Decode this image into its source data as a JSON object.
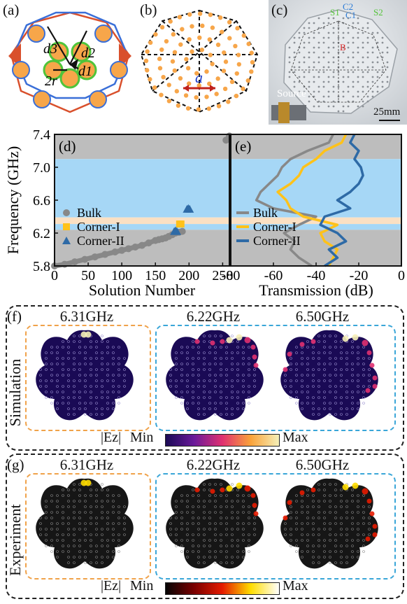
{
  "panels": {
    "a": {
      "label": "(a)",
      "d3": "d3",
      "d2": "d2",
      "d1": "d1",
      "r": "2r"
    },
    "b": {
      "label": "(b)",
      "a": "a"
    },
    "c": {
      "label": "(c)",
      "c2": "C2",
      "c1": "C1",
      "s1": "S1",
      "s2": "S2",
      "b": "B",
      "source": "Source",
      "scale": "25mm"
    },
    "d": {
      "label": "(d)"
    },
    "e": {
      "label": "(e)"
    },
    "f": {
      "label": "(f)",
      "row_title": "Simulation"
    },
    "g": {
      "label": "(g)",
      "row_title": "Experiment"
    }
  },
  "frequencies": [
    "6.31GHz",
    "6.22GHz",
    "6.50GHz"
  ],
  "colorbar": {
    "quantity": "|Ez|",
    "min": "Min",
    "max": "Max",
    "sim_colors": [
      "#1a0a55",
      "#6a1a9a",
      "#e03070",
      "#f9a23a",
      "#f6f0b8"
    ],
    "exp_colors": [
      "#050505",
      "#7a0000",
      "#e51b00",
      "#ffdd00",
      "#ffffff"
    ]
  },
  "chart_data": [
    {
      "type": "scatter",
      "xlabel": "Solution Number",
      "ylabel": "Frequency (GHz)",
      "xlim": [
        0,
        260
      ],
      "ylim": [
        5.8,
        7.4
      ],
      "xticks": [
        0,
        50,
        100,
        150,
        200,
        250
      ],
      "yticks": [
        5.8,
        6.2,
        6.6,
        7.0,
        7.4
      ],
      "bands": [
        {
          "y": [
            7.1,
            7.4
          ],
          "color": "#bdbdbd"
        },
        {
          "y": [
            6.39,
            7.1
          ],
          "color": "#a6d7f6"
        },
        {
          "y": [
            6.31,
            6.39
          ],
          "color": "#fbe0c3"
        },
        {
          "y": [
            6.24,
            6.31
          ],
          "color": "#a6d7f6"
        },
        {
          "y": [
            5.8,
            6.24
          ],
          "color": "#bdbdbd"
        }
      ],
      "legend": "left",
      "series": [
        {
          "name": "Bulk",
          "color": "#888888",
          "marker": "circle",
          "x": [
            0,
            15,
            30,
            45,
            60,
            75,
            90,
            100,
            110,
            120,
            130,
            140,
            150,
            155,
            160,
            165,
            170,
            175,
            180,
            185,
            190,
            255,
            260
          ],
          "y": [
            5.8,
            5.82,
            5.85,
            5.88,
            5.91,
            5.94,
            5.97,
            5.99,
            6.01,
            6.03,
            6.05,
            6.08,
            6.11,
            6.12,
            6.13,
            6.14,
            6.16,
            6.18,
            6.2,
            6.21,
            6.22,
            7.33,
            7.38
          ]
        },
        {
          "name": "Corner-I",
          "color": "#ffc21a",
          "marker": "square",
          "x": [
            186,
            188
          ],
          "y": [
            6.31,
            6.31
          ]
        },
        {
          "name": "Corner-II",
          "color": "#2e6aa6",
          "marker": "triangle",
          "x": [
            178,
            180,
            182,
            197,
            199,
            201
          ],
          "y": [
            6.22,
            6.23,
            6.22,
            6.49,
            6.5,
            6.49
          ]
        }
      ]
    },
    {
      "type": "line",
      "xlabel": "Transmission (dB)",
      "ylabel": "",
      "xlim": [
        -80,
        0
      ],
      "ylim": [
        5.8,
        7.4
      ],
      "xticks": [
        -80,
        -60,
        -40,
        -20,
        0
      ],
      "legend": "left",
      "series": [
        {
          "name": "Bulk",
          "color": "#888888",
          "y": [
            5.8,
            5.9,
            6.0,
            6.1,
            6.2,
            6.3,
            6.4,
            6.5,
            6.6,
            6.7,
            6.8,
            6.9,
            7.0,
            7.1,
            7.2,
            7.3,
            7.4
          ],
          "x": [
            -42,
            -48,
            -52,
            -50,
            -55,
            -48,
            -40,
            -60,
            -68,
            -66,
            -62,
            -58,
            -56,
            -52,
            -44,
            -34,
            -32
          ]
        },
        {
          "name": "Corner-I",
          "color": "#ffc21a",
          "y": [
            5.8,
            5.9,
            6.0,
            6.1,
            6.2,
            6.3,
            6.4,
            6.5,
            6.6,
            6.7,
            6.8,
            6.9,
            7.0,
            7.1,
            7.2,
            7.3,
            7.4
          ],
          "x": [
            -34,
            -32,
            -30,
            -36,
            -38,
            -30,
            -46,
            -52,
            -54,
            -58,
            -52,
            -48,
            -46,
            -40,
            -36,
            -28,
            -26
          ]
        },
        {
          "name": "Corner-II",
          "color": "#2e6aa6",
          "y": [
            5.8,
            5.9,
            6.0,
            6.1,
            6.2,
            6.3,
            6.4,
            6.5,
            6.6,
            6.7,
            6.8,
            6.9,
            7.0,
            7.1,
            7.2,
            7.3,
            7.4
          ],
          "x": [
            -36,
            -30,
            -34,
            -26,
            -30,
            -38,
            -36,
            -24,
            -30,
            -24,
            -20,
            -18,
            -19,
            -22,
            -20,
            -24,
            -22
          ]
        }
      ]
    }
  ]
}
